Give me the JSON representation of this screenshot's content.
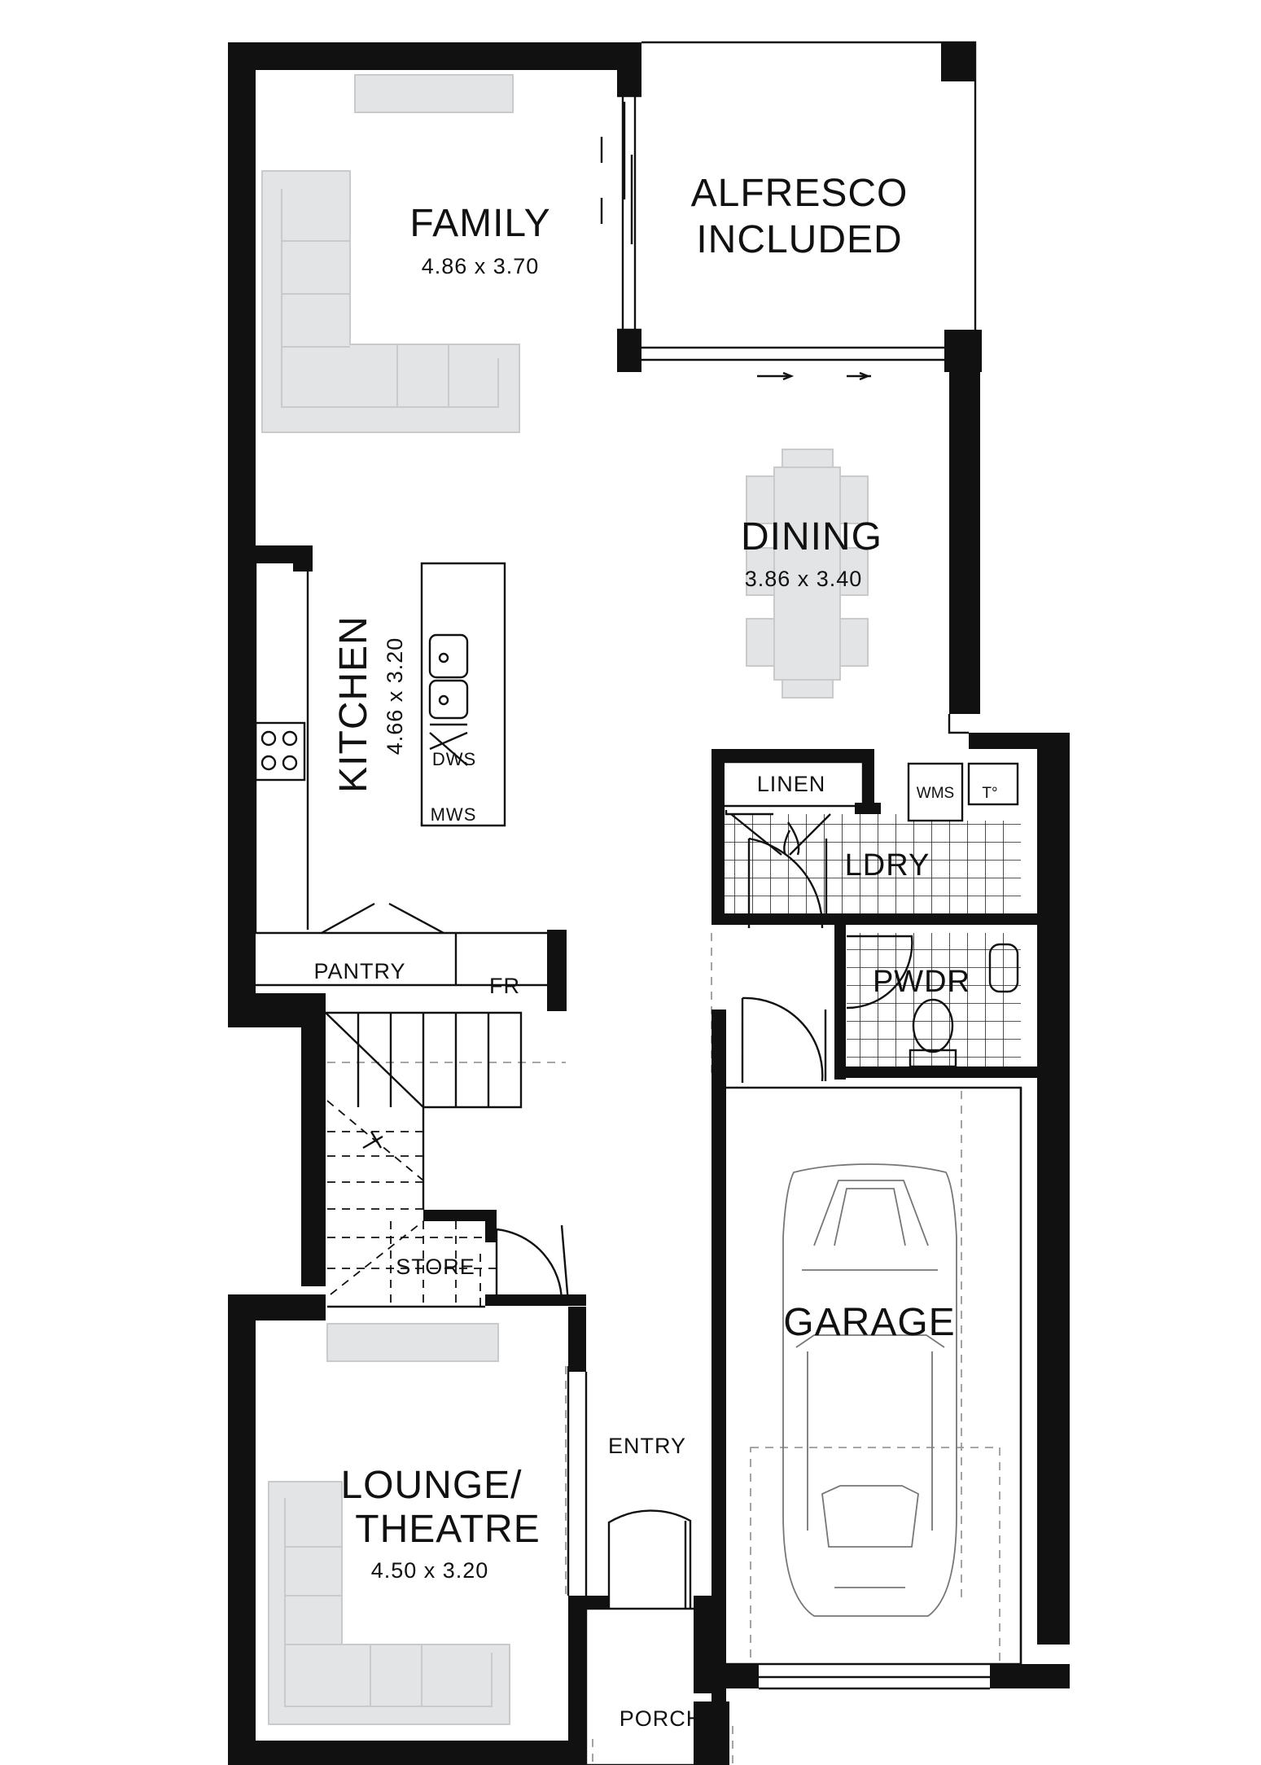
{
  "rooms": {
    "family": {
      "name": "FAMILY",
      "size": "4.86 x 3.70"
    },
    "alfresco": {
      "line1": "ALFRESCO",
      "line2": "INCLUDED"
    },
    "dining": {
      "name": "DINING",
      "size": "3.86 x 3.40"
    },
    "kitchen": {
      "name": "KITCHEN",
      "size": "4.66 x 3.20"
    },
    "linen": {
      "name": "LINEN"
    },
    "ldry": {
      "name": "LDRY"
    },
    "pwdr": {
      "name": "PWDR"
    },
    "pantry": {
      "name": "PANTRY"
    },
    "fr": {
      "name": "FR"
    },
    "store": {
      "name": "STORE"
    },
    "garage": {
      "name": "GARAGE"
    },
    "entry": {
      "name": "ENTRY"
    },
    "lounge": {
      "line1": "LOUNGE/",
      "line2": "THEATRE",
      "size": "4.50 x 3.20"
    },
    "porch": {
      "name": "PORCH"
    }
  },
  "fixtures": {
    "dws": "DWS",
    "mws": "MWS",
    "wms": "WMS",
    "tub": "T°"
  },
  "colors": {
    "wall": "#111111",
    "furniture": "#e3e4e6",
    "tile_line": "#222222",
    "dashed": "#9a9a9a"
  }
}
